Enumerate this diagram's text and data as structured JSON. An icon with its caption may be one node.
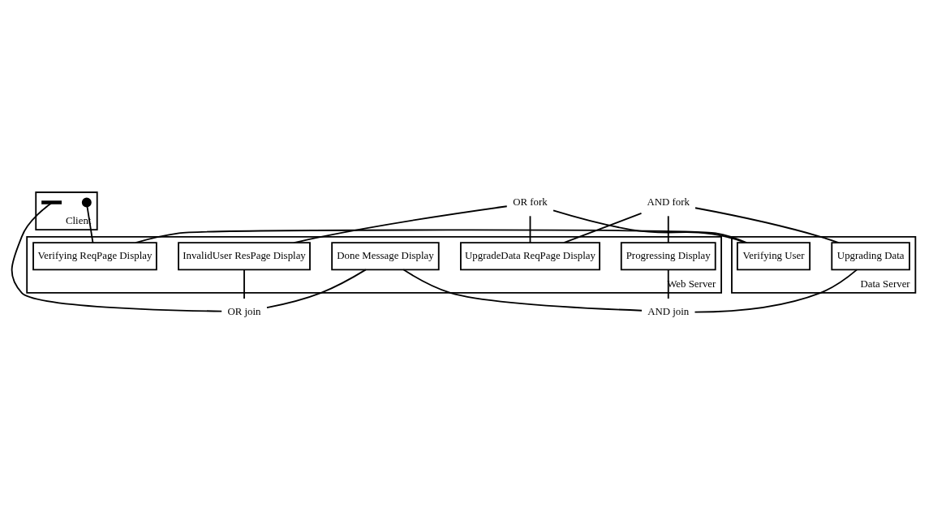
{
  "diagram": {
    "nodes": [
      {
        "text": [
          "Client"
        ]
      },
      {
        "text": [
          "Web Server"
        ]
      },
      {
        "text": [
          "Verifying ReqPage Display"
        ],
        "in": 1
      },
      {
        "text": [
          "InvalidUser ResPage Display"
        ],
        "in": 1
      },
      {
        "text": [
          "UpgradeData ReqPage Display"
        ],
        "in": 1
      },
      {
        "text": [
          "Progressing Display"
        ],
        "in": 1
      },
      {
        "text": [
          "Done Message Display"
        ],
        "in": 1
      },
      {
        "text": [
          "Data Server"
        ]
      },
      {
        "text": [
          "Verifying User"
        ],
        "in": 7
      },
      {
        "text": [
          "Upgrading Data"
        ],
        "in": 7
      },
      {
        "text": [],
        "shape": "circle",
        "in": 0
      },
      {
        "text": [],
        "shape": "bar",
        "in": 0
      },
      {
        "text": [
          "OR fork"
        ]
      },
      {
        "text": [
          "AND fork"
        ]
      },
      {
        "text": [
          "AND join"
        ]
      },
      {
        "text": [
          "OR join"
        ]
      }
    ],
    "edges": [
      {
        "from": 10,
        "to": 2,
        "arrow": "none"
      },
      {
        "from": 2,
        "to": 8,
        "arrow": "none"
      },
      {
        "from": 8,
        "to": 12,
        "arrow": "none"
      },
      {
        "from": 12,
        "to": 3,
        "arrow": "none"
      },
      {
        "from": 12,
        "to": 4,
        "arrow": "none"
      },
      {
        "from": 3,
        "to": 15,
        "arrow": "none"
      },
      {
        "from": 4,
        "to": 13,
        "arrow": "none"
      },
      {
        "from": 13,
        "to": 5,
        "arrow": "none"
      },
      {
        "from": 13,
        "to": 9,
        "arrow": "none"
      },
      {
        "from": 5,
        "to": 14,
        "arrow": "none"
      },
      {
        "from": 9,
        "to": 14,
        "arrow": "none"
      },
      {
        "from": 14,
        "to": 6,
        "arrow": "none"
      },
      {
        "from": 6,
        "to": 15,
        "arrow": "none"
      },
      {
        "from": 15,
        "to": 11,
        "arrow": "none"
      }
    ]
  }
}
